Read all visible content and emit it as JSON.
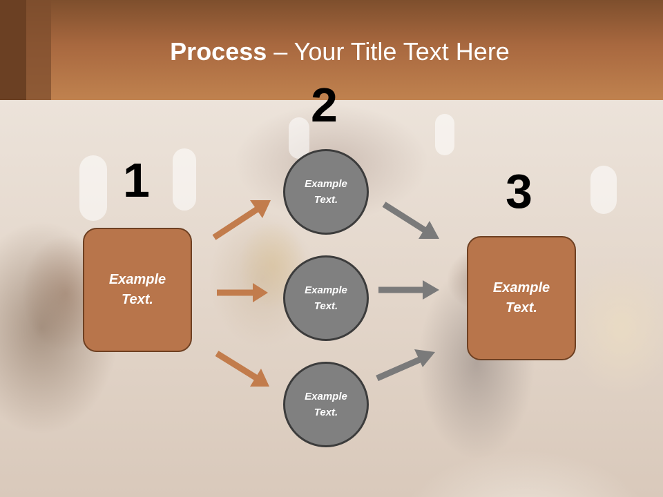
{
  "header": {
    "title_bold": "Process",
    "title_rest": " – Your Title Text Here"
  },
  "steps": {
    "one": "1",
    "two": "2",
    "three": "3"
  },
  "boxes": {
    "left": "Example Text.",
    "right": "Example Text."
  },
  "circles": {
    "top": "Example Text.",
    "middle": "Example Text.",
    "bottom": "Example Text."
  },
  "colors": {
    "header_brown": "#a8683f",
    "box_fill": "#b8754b",
    "box_border": "#6e4022",
    "circle_fill": "#808080",
    "orange_arrow": "#c27c4c",
    "gray_arrow": "#7a7a7a"
  }
}
